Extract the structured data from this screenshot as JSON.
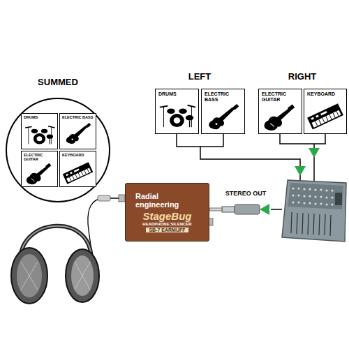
{
  "diagram": {
    "nodes": [
      {
        "text": [
          "SUMMED"
        ]
      },
      {
        "text": [
          "DRUMS"
        ],
        "in": 0
      },
      {
        "text": [
          "ELECTRIC BASS"
        ],
        "in": 0
      },
      {
        "text": [
          "ELECTRIC GUITAR"
        ],
        "in": 0
      },
      {
        "text": [
          "KEYBOARD"
        ],
        "in": 0
      },
      {
        "text": [
          "DRUMS"
        ]
      },
      {
        "text": [
          "ELECTRIC BASS"
        ]
      },
      {
        "text": [
          "ELECTRIC GUITAR"
        ]
      },
      {
        "text": [
          "KEYBOARD"
        ]
      },
      {
        "text": [
          "Radial engineering",
          "StageBug",
          "HEADPHONE SILENCER",
          "SB-7 EARMUFF"
        ]
      }
    ],
    "labels": [
      "LEFT",
      "RIGHT",
      "STEREO OUT"
    ]
  }
}
